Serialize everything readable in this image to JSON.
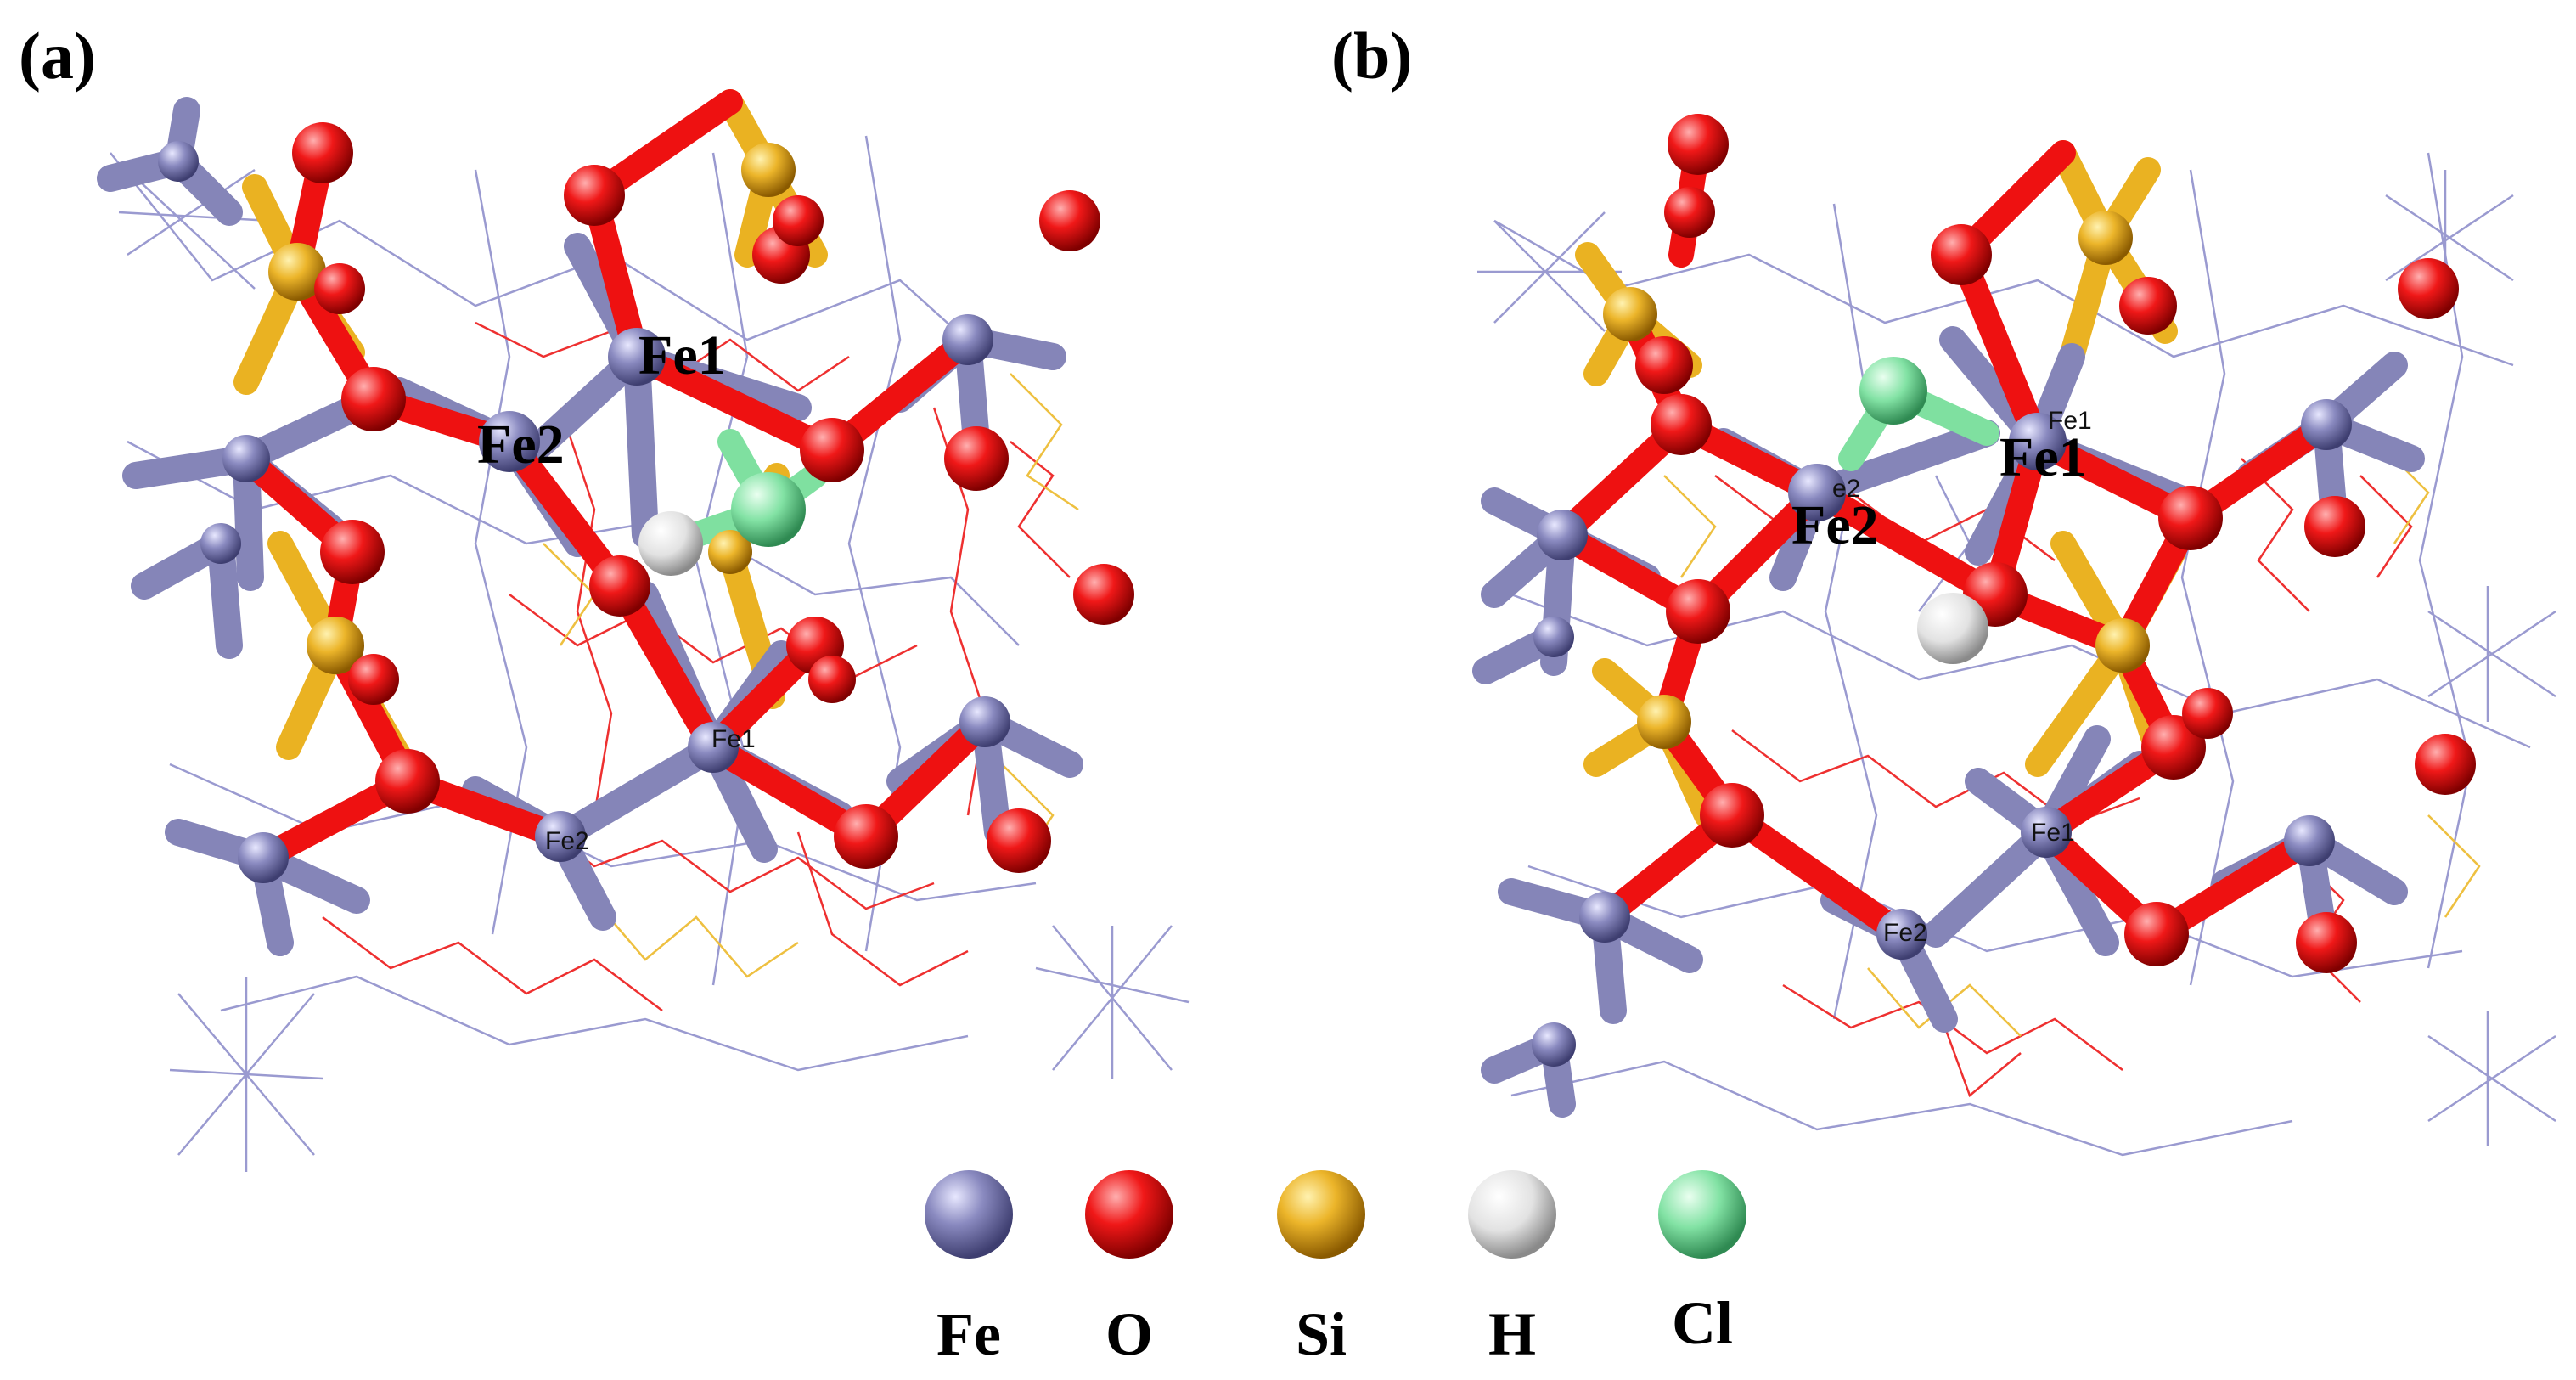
{
  "figure": {
    "panels": [
      {
        "id": "a",
        "label": "(a)",
        "atom_labels": {
          "fe1_top": "Fe1",
          "fe2_top": "Fe2",
          "fe1_low": "Fe1",
          "fe2_low": "Fe2"
        }
      },
      {
        "id": "b",
        "label": "(b)",
        "atom_labels": {
          "fe1_top": "Fe1",
          "fe1_top_small": "Fe1",
          "fe2_top": "Fe2",
          "fe2_top_small": "e2",
          "fe1_low": "Fe1",
          "fe2_low": "Fe2"
        }
      }
    ],
    "legend": [
      {
        "element": "Fe",
        "color": "#8585b8"
      },
      {
        "element": "O",
        "color": "#ee1111"
      },
      {
        "element": "Si",
        "color": "#eab222"
      },
      {
        "element": "H",
        "color": "#e6e6e6"
      },
      {
        "element": "Cl",
        "color": "#7fe0a0"
      }
    ],
    "colors": {
      "fe": "#8585b8",
      "o": "#ee1111",
      "si": "#eab222",
      "h": "#e6e6e6",
      "cl": "#7fe0a0"
    }
  }
}
